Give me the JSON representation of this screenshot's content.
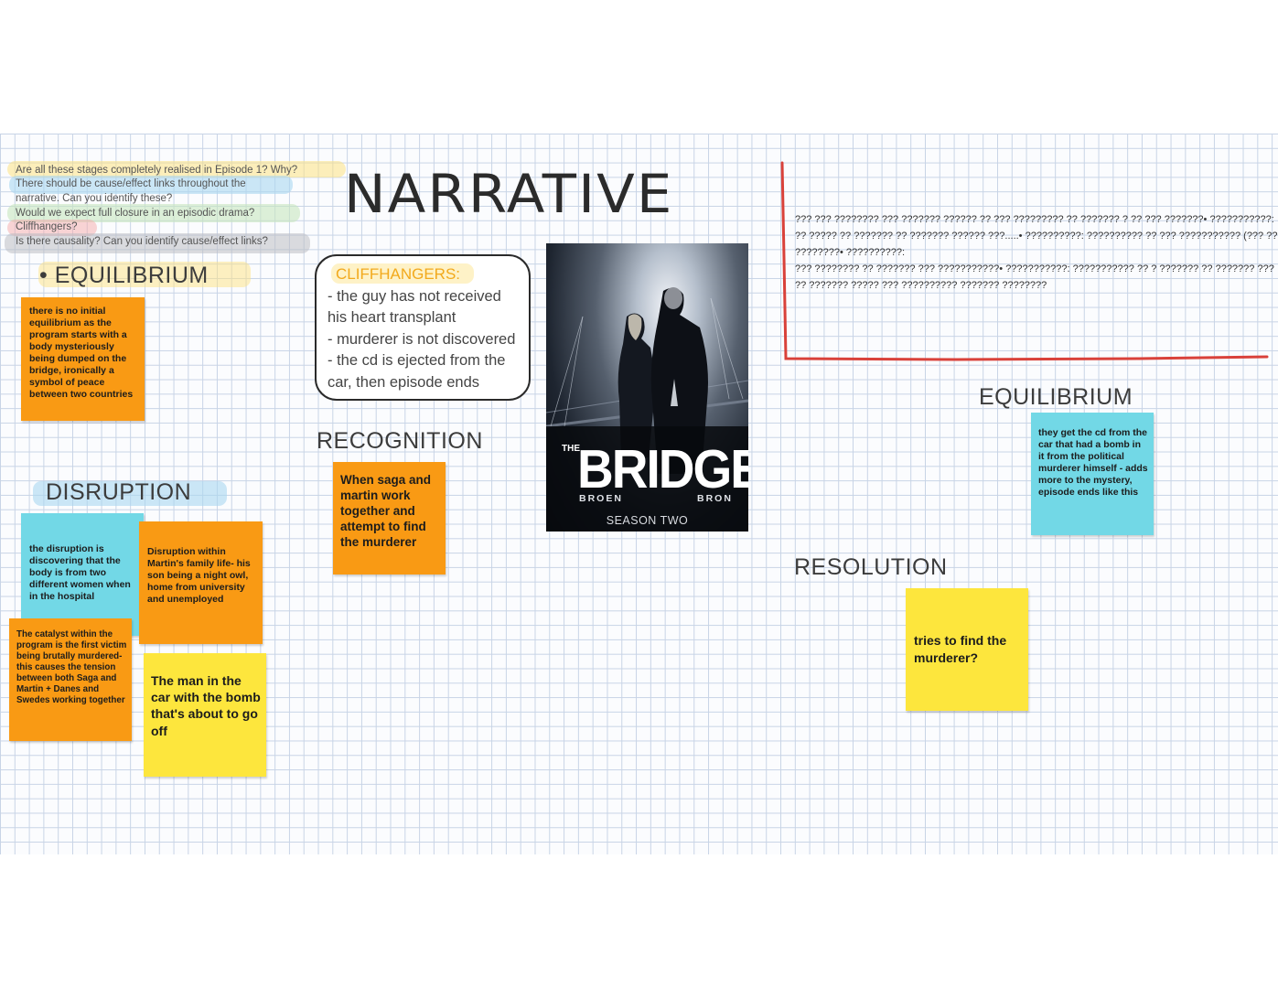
{
  "questions": [
    "Are all these stages completely realised in Episode 1? Why?",
    "There should be cause/effect links throughout the",
    "narrative. Can you identify these?",
    "Would we expect full closure in an episodic drama?",
    "Cliffhangers?",
    "Is there causality? Can you identify cause/effect links?"
  ],
  "title": "NARRATIVE",
  "headings": {
    "equilibrium_left": "• EQUILIBRIUM",
    "disruption": "DISRUPTION",
    "recognition": "RECOGNITION",
    "equilibrium_right": "EQUILIBRIUM",
    "resolution": "RESOLUTION"
  },
  "cliffhangers": {
    "label": "CLIFFHANGERS:",
    "body": "- the guy has not received\nhis heart transplant\n- murderer is not discovered\n- the cd is ejected from the\ncar, then episode ends"
  },
  "notes": {
    "equilibrium_left": "there is no initial equilibrium as the program starts with a body mysteriously being dumped on the bridge, ironically a symbol of peace between two countries",
    "disruption_blue": "the disruption is discovering that the body is from two different women when in the hospital",
    "disruption_orange": "Disruption within Martin's family life- his son being a night owl, home from university and unemployed",
    "catalyst": "The catalyst within the program is the first victim being brutally murdered- this causes the tension between both Saga and Martin + Danes and Swedes working together",
    "bomb": "The man in the car with the bomb that's about to go off",
    "recognition": "When saga and martin work together and attempt to find the murderer",
    "equilibrium_right": "they get the cd from the car that had a bomb in it from the political murderer himself - adds more to the mystery, episode ends like this",
    "resolution": "tries to find the murderer?"
  },
  "poster": {
    "the": "THE",
    "bridge": "BRIDGE",
    "left_sub": "BROEN",
    "right_sub": "BRON",
    "season": "SEASON TWO"
  },
  "garbled": [
    "??? ??? ???????? ??? ??????? ?????? ?? ??? ????????? ?? ??????? ? ?? ??? ???????• ???????????:",
    "?? ????? ?? ??????? ?? ??????? ?????? ???.....• ??????????: ?????????? ?? ??? ??????????? (??? ??",
    "????????• ??????????:",
    " ??? ???????? ?? ??????? ??? ???????????• ???????????: ??????????? ?? ? ??????? ?? ??????? ???",
    "?? ??????? ????? ??? ?????????? ??????? ????????"
  ],
  "colors": {
    "orange_note": "#f99a14",
    "cyan_note": "#72d8e6",
    "yellow_note": "#fde63d",
    "red_bracket": "#d9413a",
    "grid_line": "#c8d4e6"
  }
}
